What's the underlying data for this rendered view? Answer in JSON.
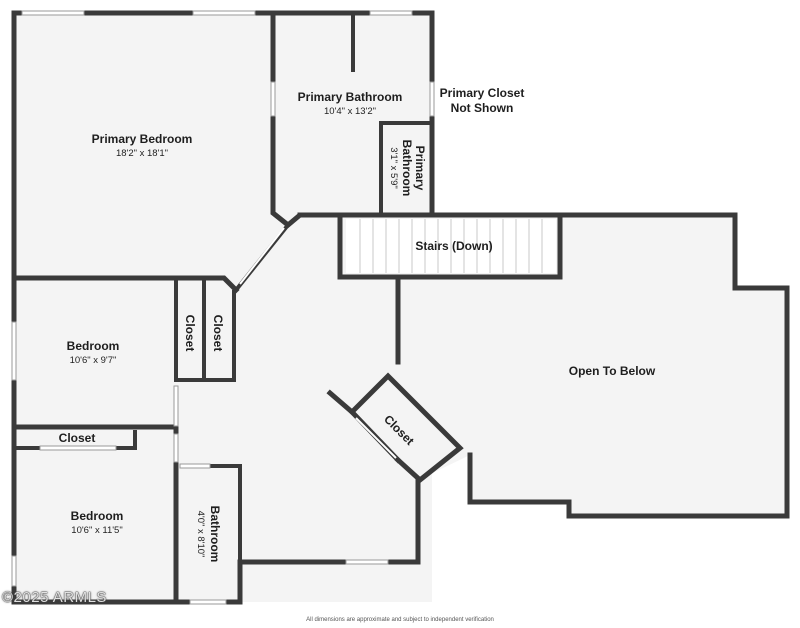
{
  "rooms": {
    "primary_bedroom": {
      "name": "Primary Bedroom",
      "dims": "18'2\" x 18'1\""
    },
    "primary_bathroom": {
      "name": "Primary Bathroom",
      "dims": "10'4\" x 13'2\""
    },
    "primary_closet_note": {
      "line1": "Primary Closet",
      "line2": "Not Shown"
    },
    "primary_bathroom_small": {
      "line1": "Primary",
      "line2": "Bathroom",
      "dims": "3'1\" x 5'9\""
    },
    "stairs": {
      "name": "Stairs (Down)"
    },
    "bedroom_1": {
      "name": "Bedroom",
      "dims": "10'6\" x 9'7\""
    },
    "closet_1": {
      "name": "Closet"
    },
    "closet_2": {
      "name": "Closet"
    },
    "closet_3": {
      "name": "Closet"
    },
    "closet_diag": {
      "name": "Closet"
    },
    "open_to_below": {
      "name": "Open To Below"
    },
    "bedroom_2": {
      "name": "Bedroom",
      "dims": "10'6\" x 11'5\""
    },
    "bathroom": {
      "name": "Bathroom",
      "dims": "4'0\" x 8'10\""
    }
  },
  "watermark": "©2025 ARMLS",
  "footnote": "All dimensions are approximate and subject to independent verification"
}
